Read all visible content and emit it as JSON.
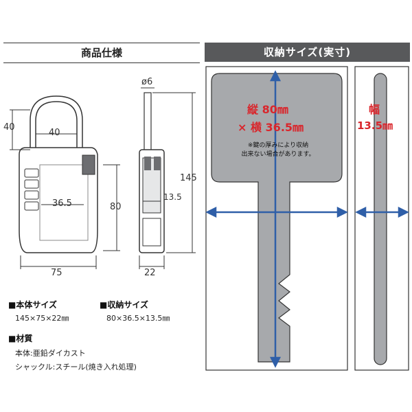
{
  "headers": {
    "left": "商品仕様",
    "right": "収納サイズ(実寸)"
  },
  "dimensions": {
    "diameter": "ø6",
    "shackle_height": "40",
    "shackle_width": "40",
    "total_height": "145",
    "body_height": "80",
    "inner_width": "36.5",
    "side_inner": "13.5",
    "body_width": "75",
    "body_depth": "22"
  },
  "storage": {
    "length_label": "縦 80㎜",
    "width_label": "× 横 36.5㎜",
    "thickness_label_1": "幅",
    "thickness_label_2": "13.5㎜",
    "note_line1": "※鍵の厚みにより収納",
    "note_line2": "出来ない場合があります。"
  },
  "specs": {
    "body_size_heading": "■本体サイズ",
    "body_size_value": "145×75×22㎜",
    "storage_size_heading": "■収納サイズ",
    "storage_size_value": "80×36.5×13.5㎜",
    "material_heading": "■材質",
    "material_body": "本体:亜鉛ダイカスト",
    "material_shackle": "シャックル:スチール(焼き入れ処理)"
  },
  "colors": {
    "header_bg": "#58595b",
    "arrow_blue": "#2f5fa8",
    "key_fill": "#a7a9ac",
    "label_red": "#d9262c"
  }
}
